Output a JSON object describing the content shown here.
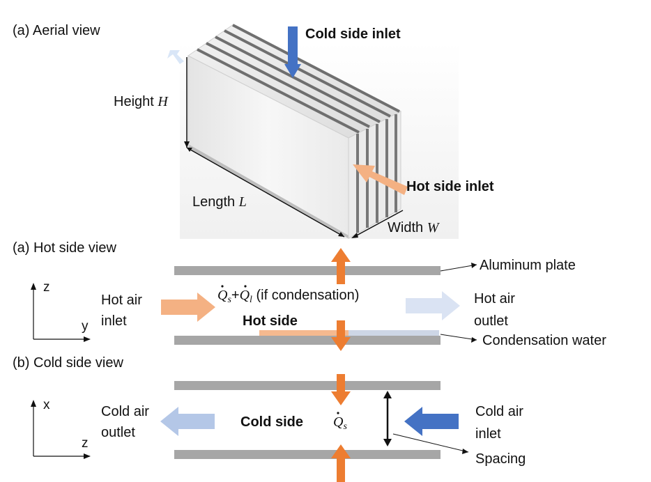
{
  "aerial": {
    "caption": "(a) Aerial view",
    "cold_inlet": "Cold side inlet",
    "hot_inlet": "Hot side inlet",
    "height_label": "Height ",
    "height_var": "H",
    "length_label": "Length ",
    "length_var": "L",
    "width_label": "Width ",
    "width_var": "W"
  },
  "hot_view": {
    "caption": "(a) Hot side view",
    "axis_z": "z",
    "axis_y": "y",
    "inlet_line1": "Hot air",
    "inlet_line2": "inlet",
    "outlet_line1": "Hot air",
    "outlet_line2": "outlet",
    "side_label": "Hot side",
    "heat_qs": "Q",
    "heat_qs_sub": "s",
    "heat_plus": "+",
    "heat_ql": "Q",
    "heat_ql_sub": "l",
    "heat_note": " (if condensation)",
    "plate_label": "Aluminum plate",
    "water_label": "Condensation water"
  },
  "cold_view": {
    "caption": "(b) Cold side view",
    "axis_x": "x",
    "axis_z": "z",
    "outlet_line1": "Cold air",
    "outlet_line2": "outlet",
    "inlet_line1": "Cold air",
    "inlet_line2": "inlet",
    "side_label": "Cold side",
    "heat_qs": "Q",
    "heat_qs_sub": "s",
    "spacing_label": "Spacing"
  },
  "colors": {
    "hot_arrow": "#F4B183",
    "hot_arrow_strong": "#ED7D31",
    "cold_arrow": "#4472C4",
    "cold_arrow_light": "#B4C7E7",
    "plate": "#A6A6A6"
  }
}
